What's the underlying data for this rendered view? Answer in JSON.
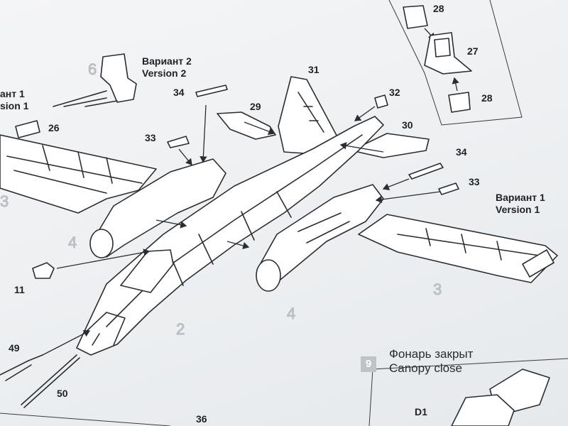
{
  "variants": {
    "v2_ru": "Вариант 2",
    "v2_en": "Version 2",
    "v1_ru": "Вариант 1",
    "v1_en": "Version 1",
    "left_ru_partial": "ант 1",
    "left_en_partial": "sion 1"
  },
  "part_numbers": {
    "p28_top": "28",
    "p27": "27",
    "p28_bottom": "28",
    "p31": "31",
    "p29": "29",
    "p32": "32",
    "p30": "30",
    "p34_left": "34",
    "p33_left": "33",
    "p26": "26",
    "p34_right": "34",
    "p33_right": "33",
    "p11": "11",
    "p49": "49",
    "p50": "50",
    "p36": "36",
    "d1": "D1"
  },
  "section_numbers": {
    "s6": "6",
    "s4_left": "4",
    "s4_right": "4",
    "s2": "2",
    "s3_right": "3",
    "s3_left": "3"
  },
  "step": {
    "number": "9",
    "title_ru": "Фонарь закрыт",
    "title_en": "Canopy close"
  }
}
